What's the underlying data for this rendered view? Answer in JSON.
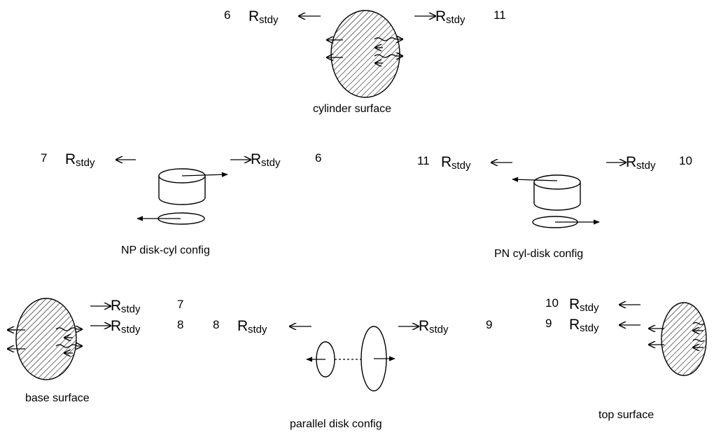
{
  "diagrams": {
    "cylinder_surface": {
      "caption": "cylinder surface",
      "left": {
        "num": "6",
        "r": "R",
        "sub": "stdy"
      },
      "right": {
        "num": "11",
        "r": "R",
        "sub": "stdy"
      }
    },
    "np_disk_cyl": {
      "caption": "NP disk-cyl config",
      "left": {
        "num": "7",
        "r": "R",
        "sub": "stdy"
      },
      "right": {
        "num": "6",
        "r": "R",
        "sub": "stdy"
      }
    },
    "pn_cyl_disk": {
      "caption": "PN cyl-disk config",
      "left": {
        "num": "11",
        "r": "R",
        "sub": "stdy"
      },
      "right": {
        "num": "10",
        "r": "R",
        "sub": "stdy"
      }
    },
    "base_surface": {
      "caption": "base surface",
      "top": {
        "num": "7",
        "r": "R",
        "sub": "stdy"
      },
      "bottom": {
        "num": "8",
        "r": "R",
        "sub": "stdy"
      }
    },
    "parallel_disk": {
      "caption": "parallel disk config",
      "left": {
        "num": "8",
        "r": "R",
        "sub": "stdy"
      },
      "right": {
        "num": "9",
        "r": "R",
        "sub": "stdy"
      }
    },
    "top_surface": {
      "caption": "top surface",
      "top": {
        "num": "10",
        "r": "R",
        "sub": "stdy"
      },
      "bottom": {
        "num": "9",
        "r": "R",
        "sub": "stdy"
      }
    }
  },
  "colors": {
    "ink": "#000000",
    "background": "#ffffff"
  }
}
